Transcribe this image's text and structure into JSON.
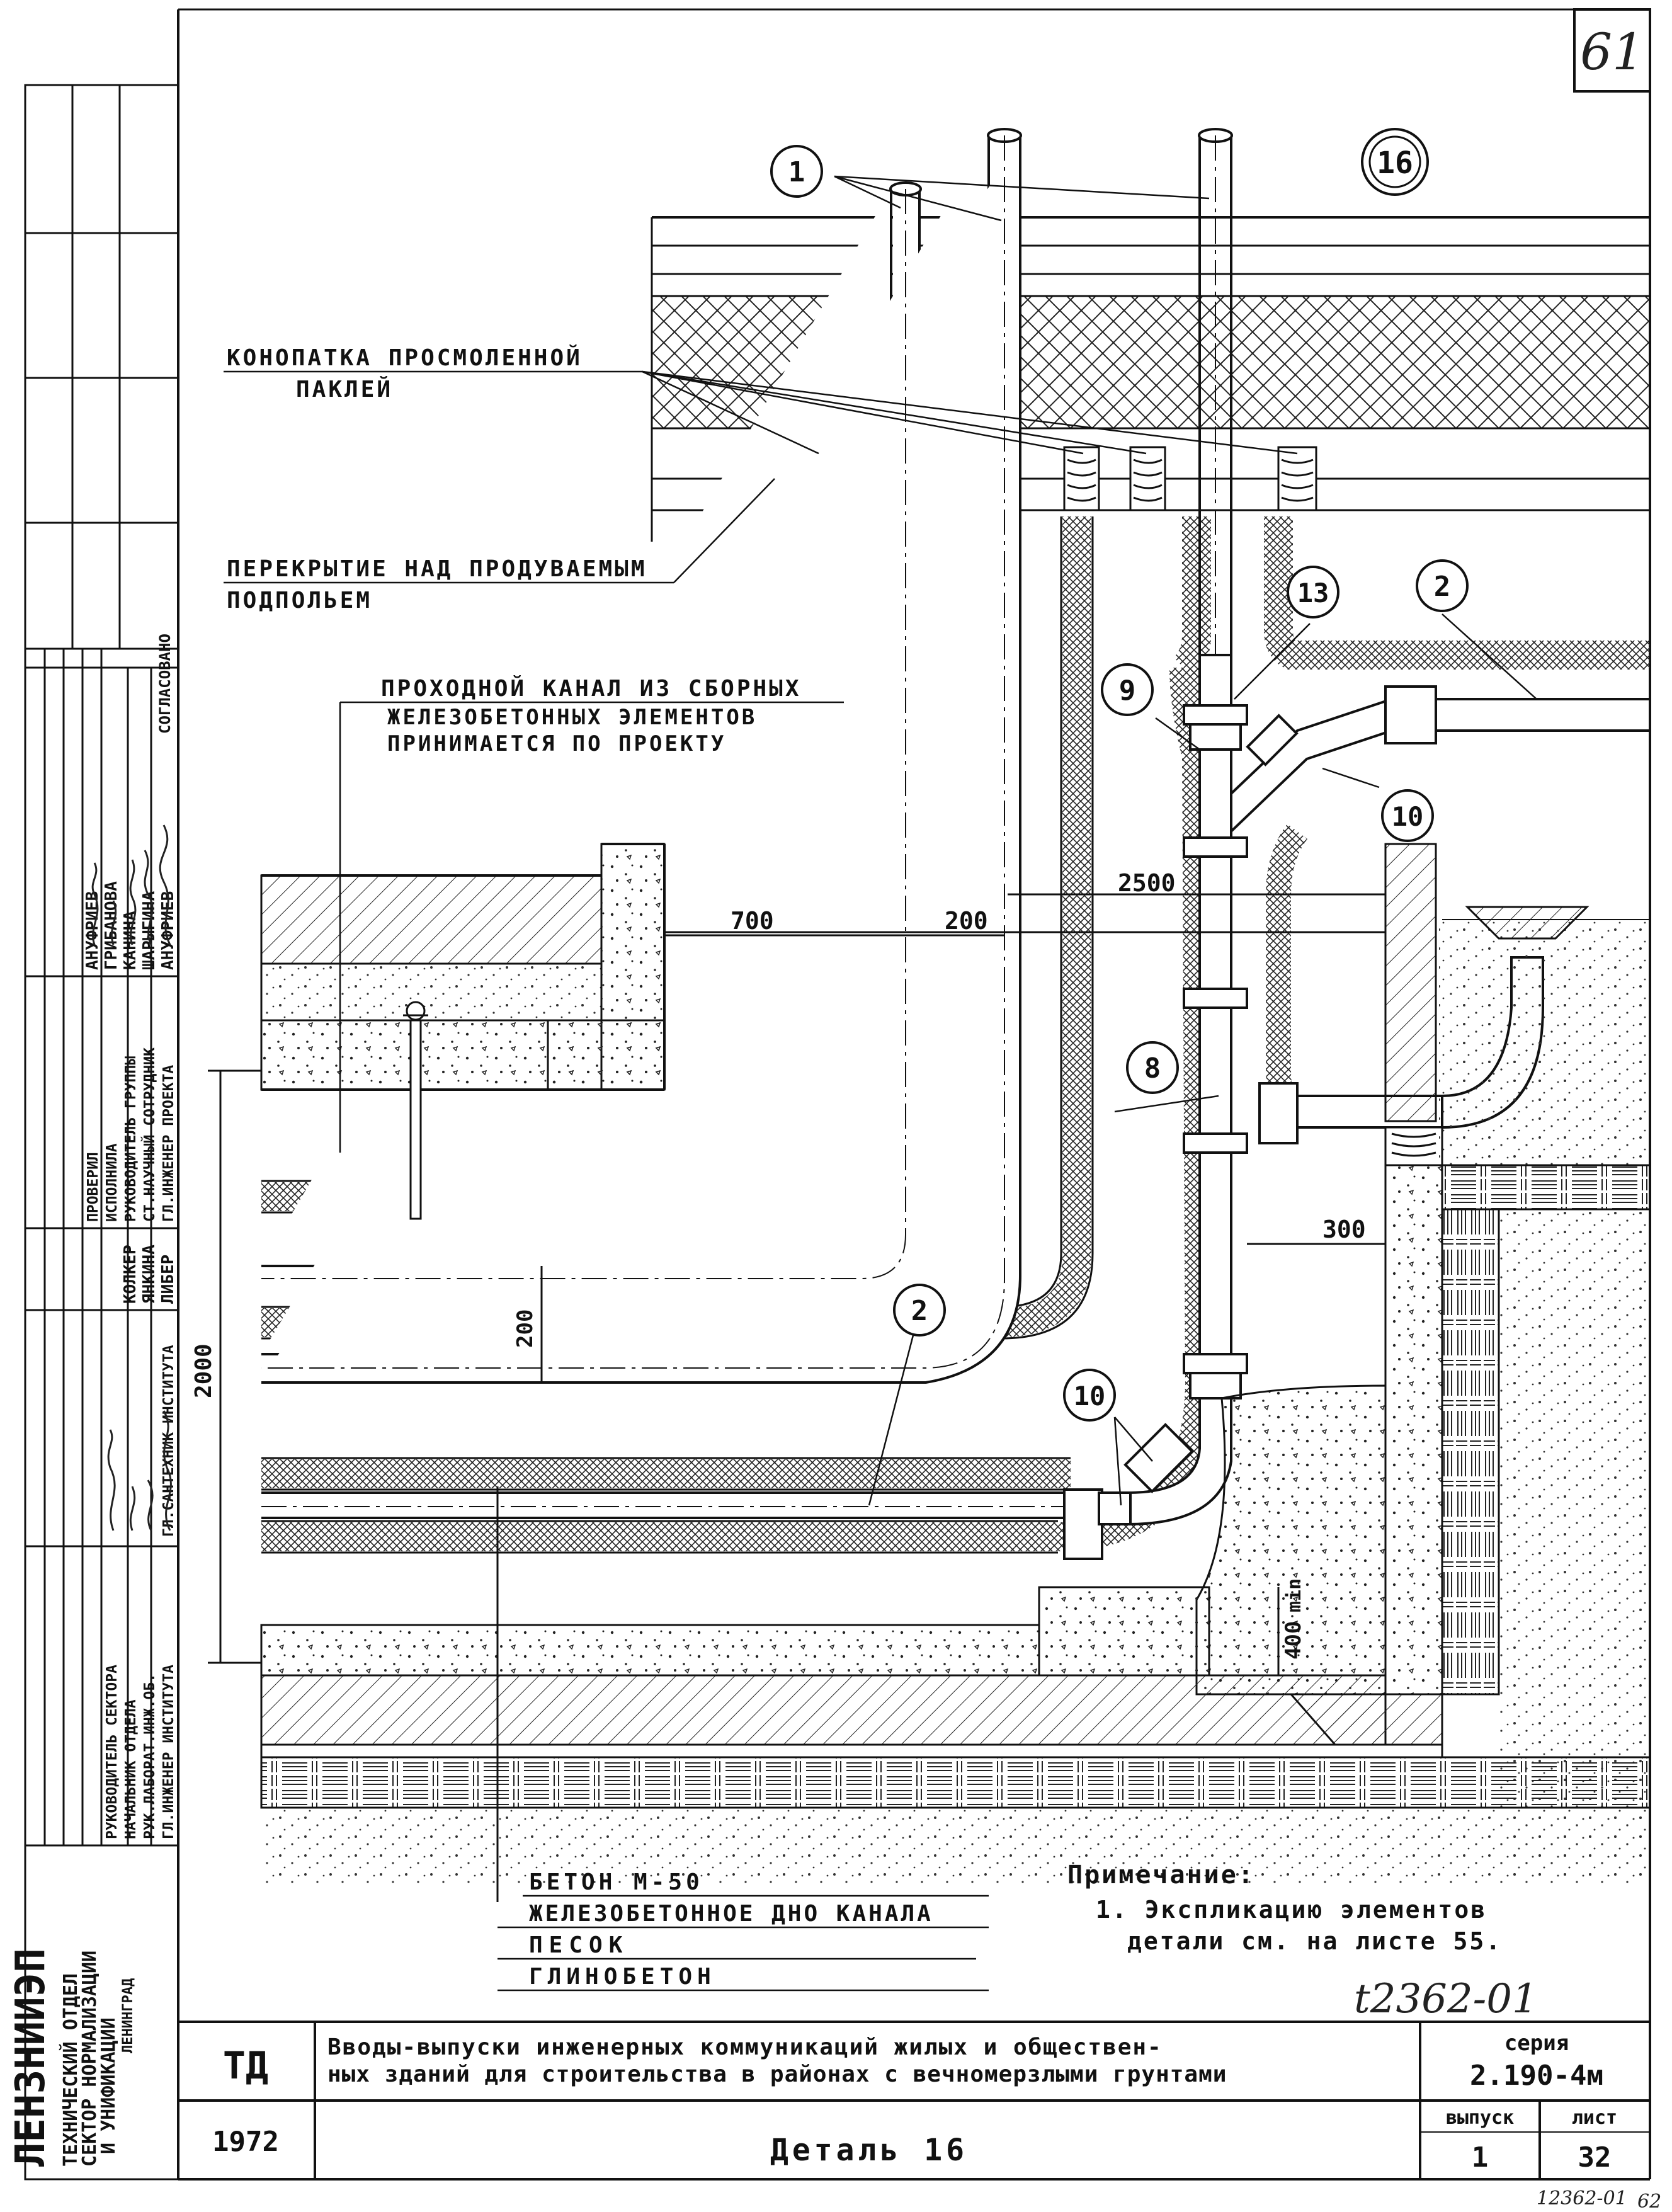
{
  "sheet": {
    "page_number": "61",
    "detail_marker": "16",
    "drawing_no": "t2362-01",
    "corner_code": "12362-01",
    "corner_page": "62"
  },
  "labels": {
    "caulking_line1": "КОНОПАТКА ПРОСМОЛЕННОЙ",
    "caulking_line2": "ПАКЛЕЙ",
    "floor_line1": "ПЕРЕКРЫТИЕ НАД ПРОДУВАЕМЫМ",
    "floor_line2": "ПОДПОЛЬЕМ",
    "channel_line1": "ПРОХОДНОЙ КАНАЛ ИЗ СБОРНЫХ",
    "channel_line2": "ЖЕЛЕЗОБЕТОННЫХ ЭЛЕМЕНТОВ",
    "channel_line3": "ПРИНИМАЕТСЯ ПО ПРОЕКТУ",
    "concrete": "БЕТОН М-50",
    "rc_bottom": "ЖЕЛЕЗОБЕТОННОЕ ДНО КАНАЛА",
    "sand": "ПЕСОК",
    "clay_concrete": "ГЛИНОБЕТОН"
  },
  "callouts": [
    "1",
    "2",
    "13",
    "9",
    "10",
    "8",
    "2",
    "10"
  ],
  "dimensions": {
    "d2500": "2500",
    "d700": "700",
    "d200a": "200",
    "d200b": "200",
    "d300": "300",
    "d2000": "2000",
    "d400": "400",
    "min": "min"
  },
  "note": {
    "heading": "Примечание:",
    "line1": "1. Экспликацию элементов",
    "line2": "детали см. на листе 55."
  },
  "title_block": {
    "td": "ТД",
    "year": "1972",
    "title_line1": "Вводы-выпуски инженерных коммуникаций жилых и обществен-",
    "title_line2": "ных зданий для строительства в районах с вечномерзлыми грунтами",
    "detail_title": "Деталь 16",
    "series_label": "серия",
    "series_value": "2.190-4м",
    "issue_label": "выпуск",
    "issue_value": "1",
    "sheet_label": "лист",
    "sheet_value": "32"
  },
  "organization": {
    "name": "ЛЕНЗНИИЭП",
    "dept_line1": "ТЕХНИЧЕСКИЙ ОТДЕЛ",
    "dept_line2": "СЕКТОР НОРМАЛИЗАЦИИ",
    "dept_line3": "И УНИФИКАЦИИ",
    "city": "ЛЕНИНГРАД"
  },
  "signatures": {
    "agreed": "СОГЛАСОВАНО",
    "roles": [
      "ГЛ.ИНЖЕНЕР ИНСТИТУТА",
      "ГЛ.САНТЕХНИК ИНСТИТУТА",
      "РУК.ЛАБОРАТ.ИНЖ.ОБ.",
      "НАЧАЛЬНИК ОТДЕЛА",
      "РУКОВОДИТЕЛЬ СЕКТОРА",
      "ГЛ.ИНЖЕНЕР ПРОЕКТА",
      "СТ.НАУЧНЫЙ СОТРУДНИК",
      "РУКОВОДИТЕЛЬ ГРУППЫ",
      "ИСПОЛНИЛА",
      "ПРОВЕРИЛ"
    ],
    "names": [
      "ЛИБЕР",
      "ЯНКИНА",
      "КОЛКЕР",
      "АНУФРИЕВ",
      "ШАРЫГИНА",
      "КАНИНА",
      "ГРИБАНОВА",
      "АНУФРИЕВ"
    ]
  }
}
